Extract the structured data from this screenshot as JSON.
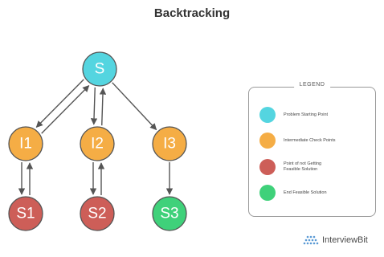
{
  "title": "Backtracking",
  "nodes": [
    {
      "id": "S",
      "label": "S",
      "color": "#54d5e0"
    },
    {
      "id": "I1",
      "label": "I1",
      "color": "#f5ad45"
    },
    {
      "id": "I2",
      "label": "I2",
      "color": "#f5ad45"
    },
    {
      "id": "I3",
      "label": "I3",
      "color": "#f5ad45"
    },
    {
      "id": "S1",
      "label": "S1",
      "color": "#cd5e58"
    },
    {
      "id": "S2",
      "label": "S2",
      "color": "#cd5e58"
    },
    {
      "id": "S3",
      "label": "S3",
      "color": "#3fd17a"
    }
  ],
  "edges": [
    {
      "from": "S",
      "to": "I1",
      "direction": "forward"
    },
    {
      "from": "I1",
      "to": "S",
      "direction": "back"
    },
    {
      "from": "S",
      "to": "I2",
      "direction": "forward"
    },
    {
      "from": "I2",
      "to": "S",
      "direction": "back"
    },
    {
      "from": "S",
      "to": "I3",
      "direction": "forward"
    },
    {
      "from": "I1",
      "to": "S1",
      "direction": "forward"
    },
    {
      "from": "S1",
      "to": "I1",
      "direction": "back"
    },
    {
      "from": "I2",
      "to": "S2",
      "direction": "forward"
    },
    {
      "from": "S2",
      "to": "I2",
      "direction": "back"
    },
    {
      "from": "I3",
      "to": "S3",
      "direction": "forward"
    }
  ],
  "legend": {
    "title": "LEGEND",
    "items": [
      {
        "text": "Problem Starting Point",
        "color": "#54d5e0"
      },
      {
        "text": "Intermediate Check Points",
        "color": "#f5ad45"
      },
      {
        "text": "Point of not Getting Feasible Solution",
        "color": "#cd5e58"
      },
      {
        "text": "End Feasible Solution",
        "color": "#3fd17a"
      }
    ]
  },
  "brand": {
    "name": "InterviewBit",
    "color": "#5b9bd5"
  }
}
